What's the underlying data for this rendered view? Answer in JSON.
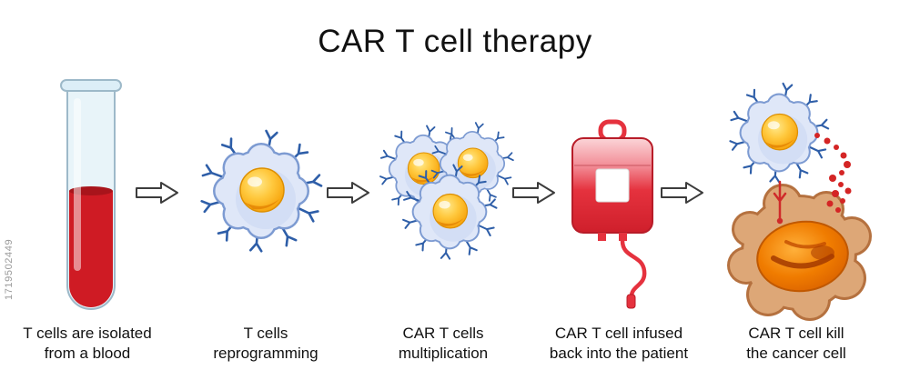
{
  "title": "CAR T cell therapy",
  "watermark": "1719502449",
  "steps": [
    {
      "id": "isolation",
      "icon": "test-tube-icon",
      "lines": [
        "T cells are isolated",
        "from a blood"
      ]
    },
    {
      "id": "reprogramming",
      "icon": "t-cell-icon",
      "lines": [
        "T cells",
        "reprogramming"
      ]
    },
    {
      "id": "multiplication",
      "icon": "t-cell-cluster-icon",
      "lines": [
        "CAR T cells",
        "multiplication"
      ]
    },
    {
      "id": "infusion",
      "icon": "blood-bag-icon",
      "lines": [
        "CAR T cell infused",
        "back into the patient"
      ]
    },
    {
      "id": "killing",
      "icon": "car-t-cell-attacking-cancer-cell-icon",
      "lines": [
        "CAR T cell kill",
        "the cancer cell"
      ]
    }
  ],
  "icons": {
    "between_steps": "arrow-right-icon"
  },
  "colors": {
    "blood-red": "#cf1b24",
    "cell-fill": "#dfe7f8",
    "cell-outline": "#7d9bd2",
    "receptor-blue": "#2e5ea8",
    "nucleus-orange": "#f7a600",
    "bag-red": "#e5323e",
    "cancer-fill": "#dda777",
    "cancer-outline": "#b5713f",
    "tumor-orange": "#f07c00",
    "granule-red": "#d42525",
    "arrow-outline": "#3c3c3c",
    "text": "#111111",
    "watermark-gray": "#9a9a9a"
  }
}
